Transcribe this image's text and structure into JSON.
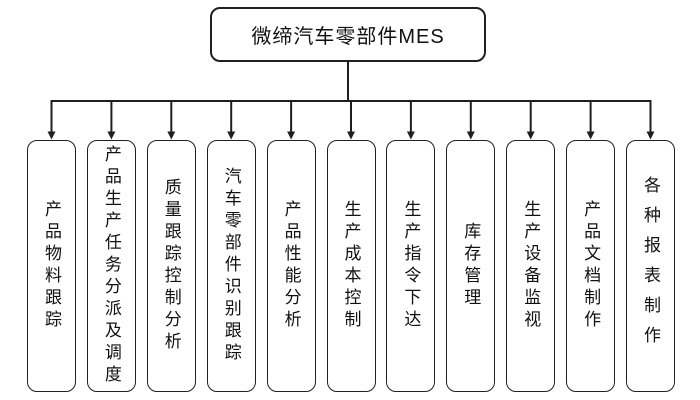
{
  "diagram": {
    "root": {
      "label": "微缔汽车零部件MES"
    },
    "children": [
      {
        "label": "产品物料跟踪"
      },
      {
        "label": "产品生产任务分派及调度"
      },
      {
        "label": "质量跟踪控制分析"
      },
      {
        "label": "汽车零部件识别跟踪"
      },
      {
        "label": "产品性能分析"
      },
      {
        "label": "生产成本控制"
      },
      {
        "label": "生产指令下达"
      },
      {
        "label": "库存管理"
      },
      {
        "label": "生产设备监视"
      },
      {
        "label": "产品文档制作"
      },
      {
        "label": "各种报表制作",
        "spaced": true
      }
    ],
    "colors": {
      "line": "#1f1f1f",
      "border": "#212121",
      "text": "#111111",
      "background": "#ffffff"
    }
  }
}
